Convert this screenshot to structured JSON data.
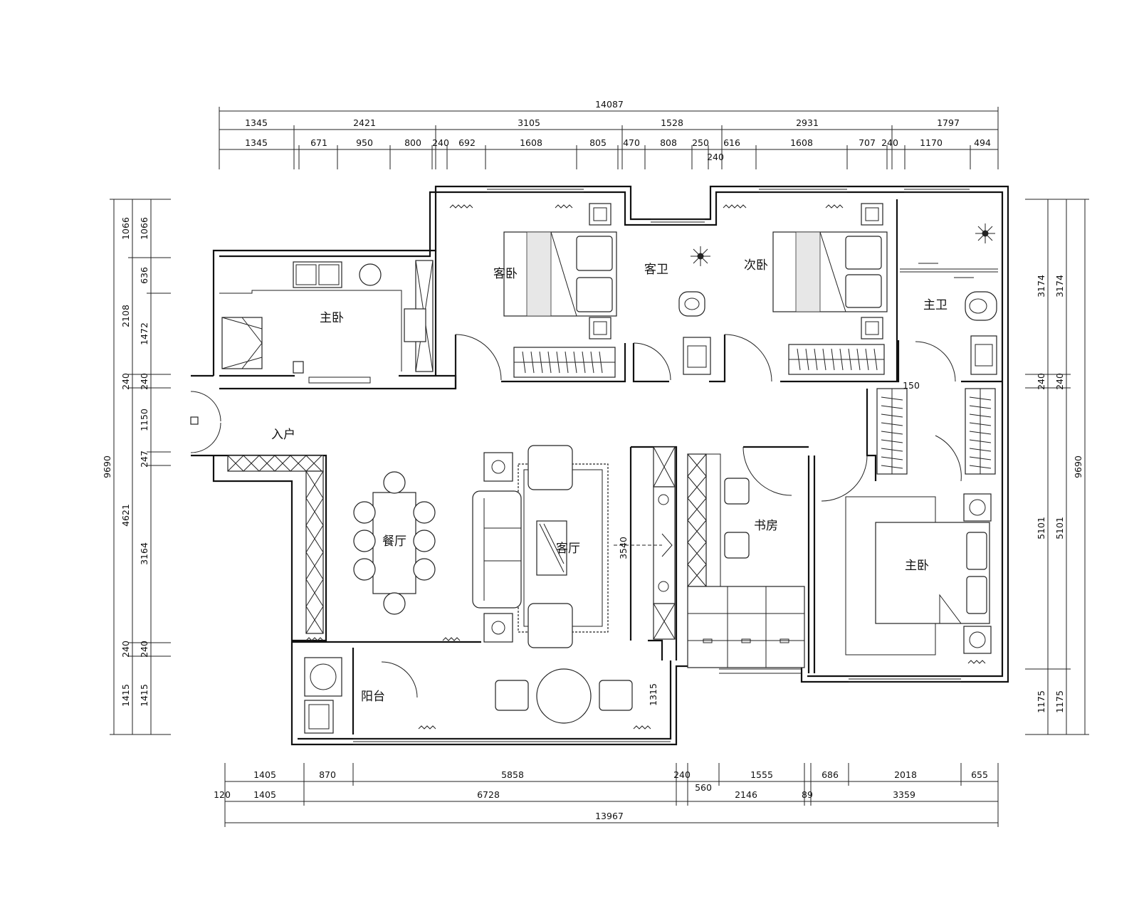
{
  "dims": {
    "top_total": "14087",
    "top_row1": [
      "1345",
      "2421",
      "3105",
      "1528",
      "2931",
      "1797"
    ],
    "top_row2": [
      "1345",
      "671",
      "950",
      "800",
      "240",
      "692",
      "1608",
      "805",
      "470",
      "808",
      "250",
      "616",
      "1608",
      "707",
      "240",
      "1170",
      "494"
    ],
    "top_extra": "240",
    "bottom_row1": [
      "1405",
      "870",
      "5858",
      "240",
      "1555",
      "686",
      "2018",
      "655"
    ],
    "bottom_row2": [
      "120",
      "1405",
      "6728",
      "560",
      "2146",
      "89",
      "3359"
    ],
    "bottom_total": "13967",
    "left_outer": [
      "1066",
      "2108",
      "240",
      "4621",
      "240",
      "1415"
    ],
    "left_inner": [
      "1066",
      "636",
      "1472",
      "240",
      "1150",
      "247",
      "3164",
      "240",
      "1415"
    ],
    "left_total": "9690",
    "right_outer": [
      "3174",
      "240",
      "5101",
      "1175"
    ],
    "right_inner": [
      "3174",
      "240",
      "5101",
      "1175"
    ],
    "right_total": "9690",
    "inner_3540": "3540",
    "inner_1315": "1315",
    "inner_150": "150"
  },
  "rooms": {
    "kitchen": "主卧",
    "guest_bedroom": "客卧",
    "guest_bath": "客卫",
    "second_bedroom": "次卧",
    "master_bath": "主卫",
    "entry": "入户",
    "dining": "餐厅",
    "living": "客厅",
    "study": "书房",
    "master_bedroom": "主卧",
    "balcony": "阳台"
  }
}
